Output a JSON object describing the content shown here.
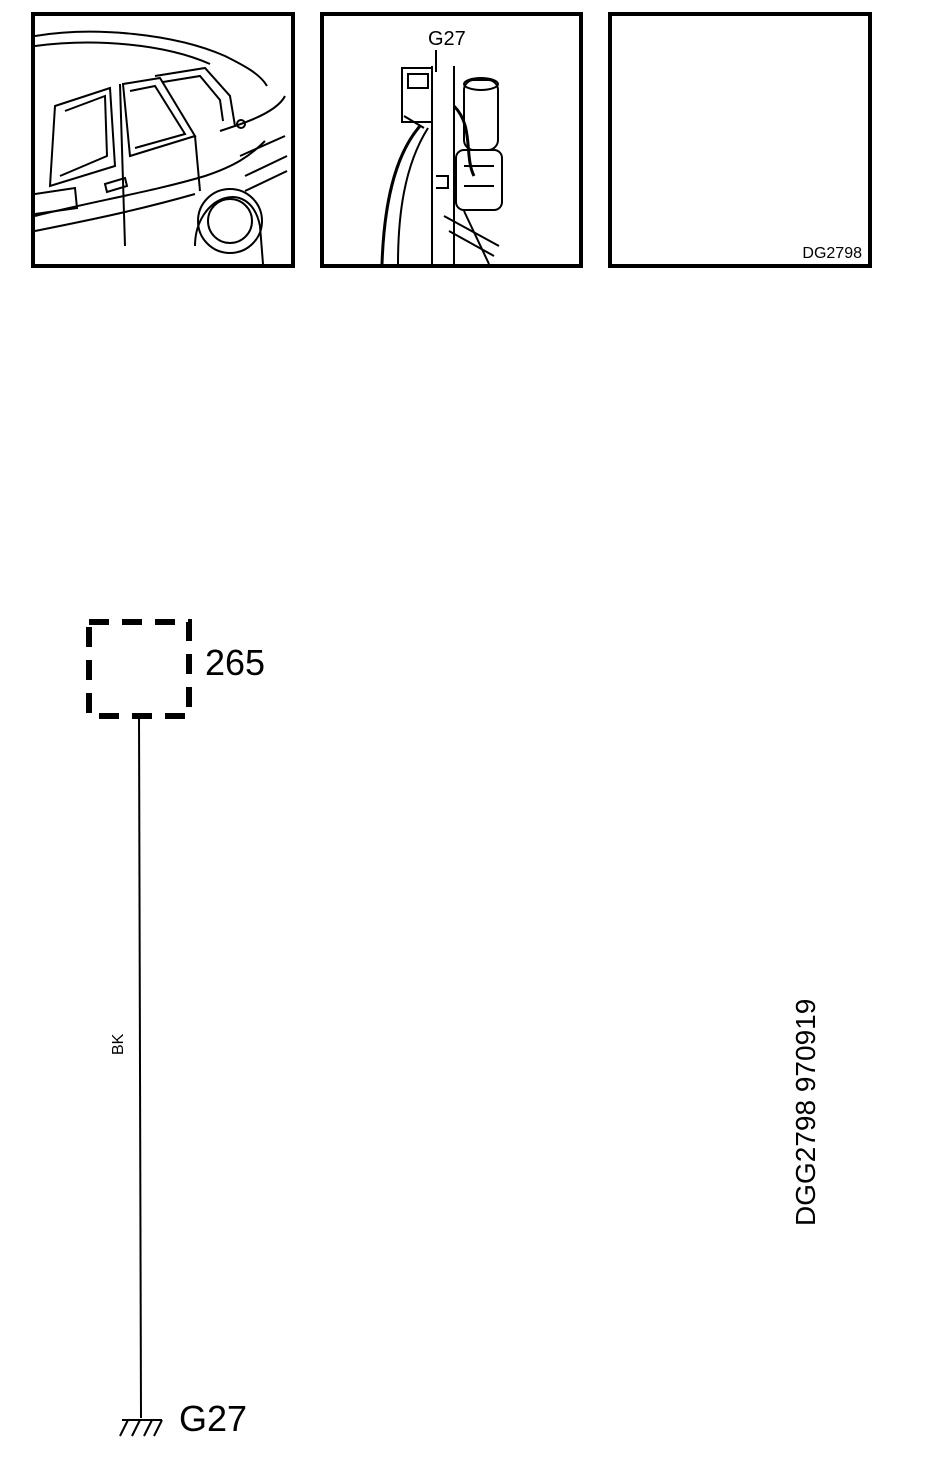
{
  "locator_panels": [
    {
      "name": "vehicle-view",
      "label": ""
    },
    {
      "name": "component-view",
      "label": "G27"
    },
    {
      "name": "blank-view",
      "label": "",
      "code": "DG2798"
    }
  ],
  "diagram": {
    "component": {
      "number": "265",
      "style": "dashed-box"
    },
    "wire": {
      "color_code": "BK"
    },
    "ground": {
      "id": "G27",
      "icon": "ground-icon"
    }
  },
  "document": {
    "code": "DGG2798 970919"
  },
  "colors": {
    "line": "#000000",
    "background": "#ffffff"
  }
}
